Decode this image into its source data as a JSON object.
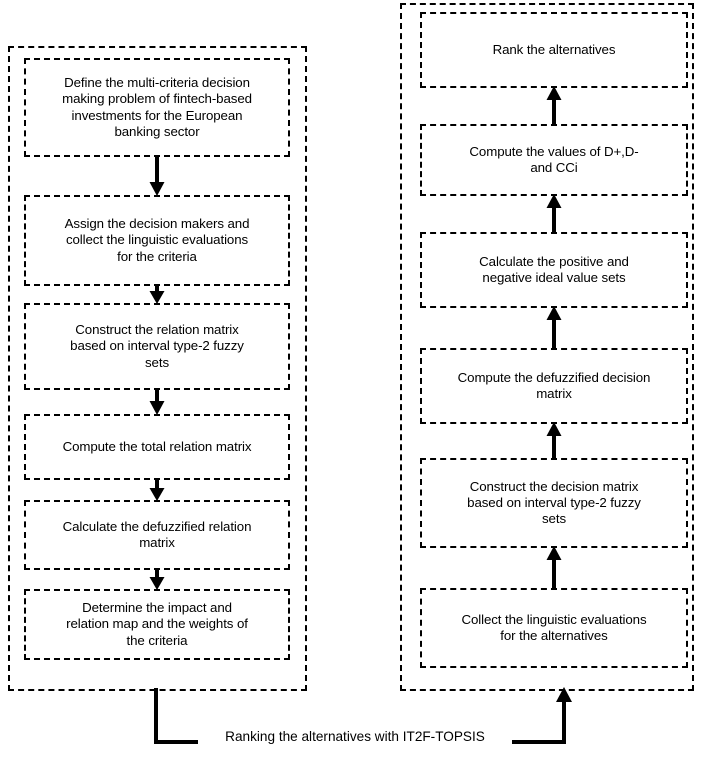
{
  "diagram": {
    "title": "Ranking the alternatives with IT2F-TOPSIS",
    "accent_color": "#000000",
    "background_color": "#ffffff",
    "left_group": {
      "name": "criteria-weighting-phase",
      "steps": [
        {
          "id": "l1",
          "label": "Define the multi-criteria decision\nmaking problem of fintech-based\ninvestments for the European\nbanking sector"
        },
        {
          "id": "l2",
          "label": "Assign the decision makers and\ncollect the linguistic evaluations\nfor the criteria"
        },
        {
          "id": "l3",
          "label": "Construct the relation matrix\nbased on interval type-2 fuzzy\nsets"
        },
        {
          "id": "l4",
          "label": "Compute the total relation matrix"
        },
        {
          "id": "l5",
          "label": "Calculate the defuzzified relation\nmatrix"
        },
        {
          "id": "l6",
          "label": "Determine the impact and\nrelation map and the weights of\nthe criteria"
        }
      ]
    },
    "right_group": {
      "name": "alternative-ranking-phase",
      "steps": [
        {
          "id": "r6",
          "label": "Rank the alternatives"
        },
        {
          "id": "r5",
          "label": "Compute the values of D+,D-\nand CCi"
        },
        {
          "id": "r4",
          "label": "Calculate the positive and\nnegative ideal value sets"
        },
        {
          "id": "r3",
          "label": "Compute the defuzzified decision\nmatrix"
        },
        {
          "id": "r2",
          "label": "Construct the decision matrix\nbased on interval type-2 fuzzy\nsets"
        },
        {
          "id": "r1",
          "label": "Collect the linguistic evaluations\nfor the alternatives"
        }
      ]
    },
    "connector": {
      "label": "Ranking the alternatives with IT2F-TOPSIS"
    }
  }
}
